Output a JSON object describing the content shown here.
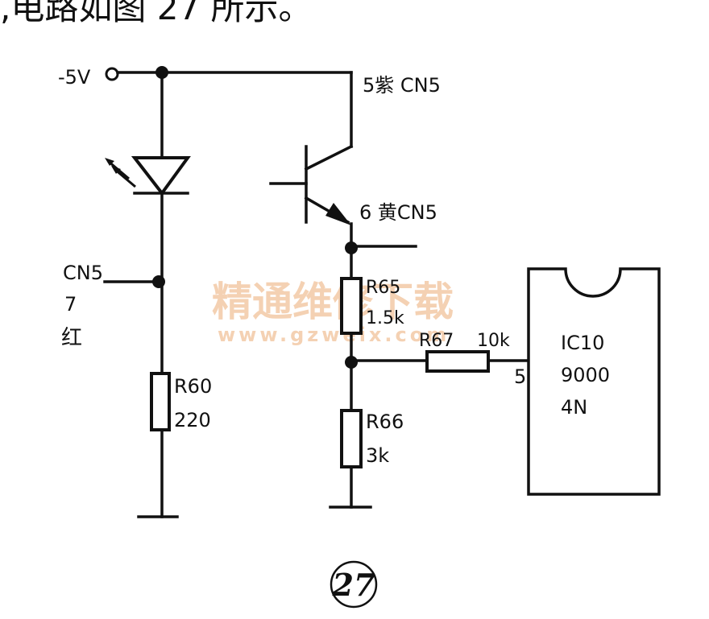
{
  "caption": ",电路如图 27 所示。",
  "figure_number": "27",
  "watermark": {
    "text": "精通维修下载",
    "url": "www.gzweix.com"
  },
  "labels": {
    "supply": "-5V",
    "connector_top": "5紫 CN5",
    "connector_mid": "6 黄CN5",
    "connector_left": "CN5",
    "connector_left_pin": "7",
    "connector_left_color": "红"
  },
  "components": {
    "r60": {
      "name": "R60",
      "value": "220"
    },
    "r65": {
      "name": "R65",
      "value": "1.5k"
    },
    "r66": {
      "name": "R66",
      "value": "3k"
    },
    "r67": {
      "name": "R67",
      "value": "10k"
    },
    "ic": {
      "pin": "5",
      "name": "IC10",
      "model": "9000",
      "suffix": "4N"
    }
  }
}
